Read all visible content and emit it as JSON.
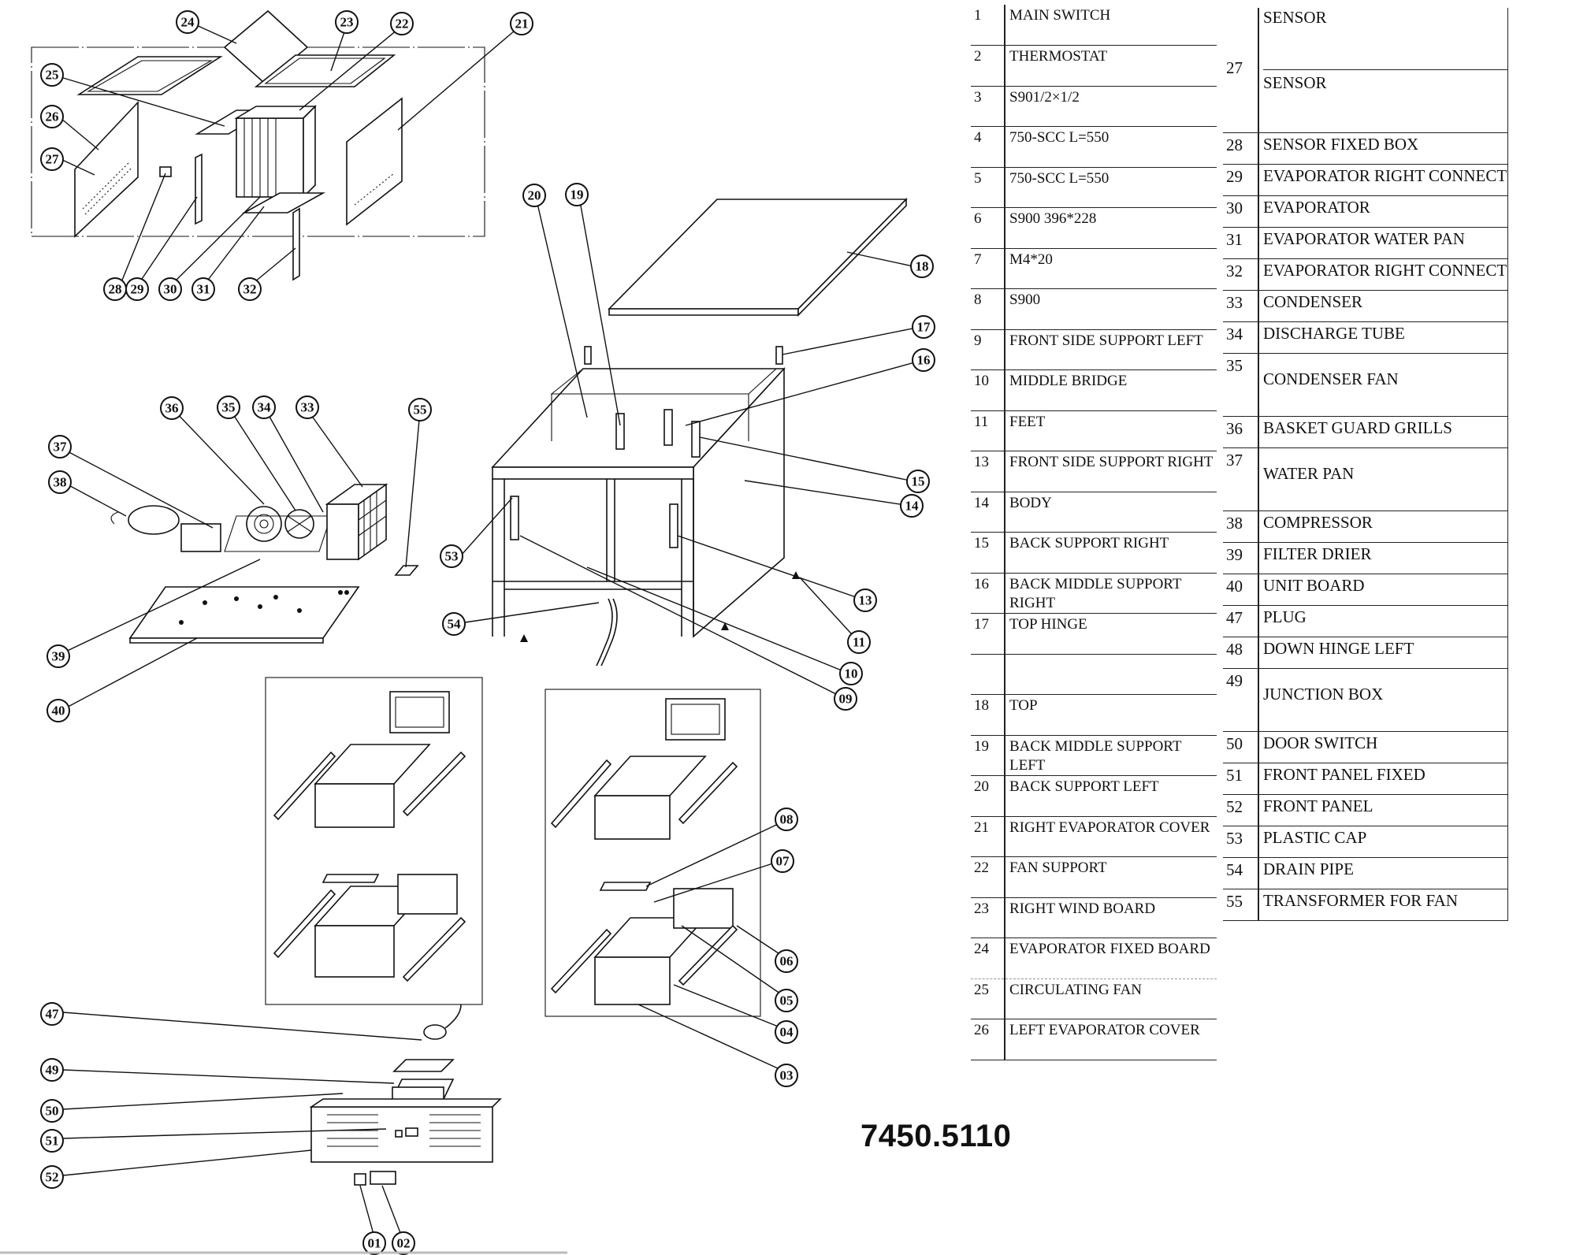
{
  "model_number": "7450.5110",
  "parts_left": [
    {
      "no": "1",
      "name": "MAIN SWITCH"
    },
    {
      "no": "2",
      "name": "THERMOSTAT"
    },
    {
      "no": "3",
      "name": "S901/2×1/2"
    },
    {
      "no": "4",
      "name": "750-SCC L=550"
    },
    {
      "no": "5",
      "name": "750-SCC L=550"
    },
    {
      "no": "6",
      "name": "S900 396*228"
    },
    {
      "no": "7",
      "name": "M4*20"
    },
    {
      "no": "8",
      "name": "S900"
    },
    {
      "no": "9",
      "name": "FRONT SIDE SUPPORT LEFT"
    },
    {
      "no": "10",
      "name": "MIDDLE BRIDGE"
    },
    {
      "no": "11",
      "name": "FEET"
    },
    {
      "no": "13",
      "name": "FRONT SIDE SUPPORT RIGHT"
    },
    {
      "no": "14",
      "name": "BODY"
    },
    {
      "no": "15",
      "name": "BACK SUPPORT RIGHT"
    },
    {
      "no": "16",
      "name": "BACK MIDDLE SUPPORT RIGHT"
    },
    {
      "no": "17",
      "name": "TOP HINGE"
    },
    {
      "no": "",
      "name": ""
    },
    {
      "no": "18",
      "name": "TOP"
    },
    {
      "no": "19",
      "name": "BACK MIDDLE SUPPORT LEFT"
    },
    {
      "no": "20",
      "name": "BACK SUPPORT LEFT"
    },
    {
      "no": "21",
      "name": "RIGHT EVAPORATOR COVER"
    },
    {
      "no": "22",
      "name": "FAN SUPPORT"
    },
    {
      "no": "23",
      "name": "RIGHT WIND BOARD"
    },
    {
      "no": "24",
      "name": "EVAPORATOR FIXED BOARD"
    },
    {
      "no": "25",
      "name": "CIRCULATING FAN"
    },
    {
      "no": "26",
      "name": "LEFT EVAPORATOR COVER"
    }
  ],
  "parts_right": [
    {
      "no": "27",
      "name": "SENSOR",
      "name2": "SENSOR"
    },
    {
      "no": "28",
      "name": "SENSOR FIXED BOX"
    },
    {
      "no": "29",
      "name": "EVAPORATOR RIGHT CONNECTR'S BOARD"
    },
    {
      "no": "30",
      "name": "EVAPORATOR"
    },
    {
      "no": "31",
      "name": "EVAPORATOR WATER PAN"
    },
    {
      "no": "32",
      "name": "EVAPORATOR RIGHT CONNECTR'S BOARD"
    },
    {
      "no": "33",
      "name": "CONDENSER"
    },
    {
      "no": "34",
      "name": "DISCHARGE TUBE"
    },
    {
      "no": "35",
      "name": "CONDENSER FAN"
    },
    {
      "no": "36",
      "name": "BASKET GUARD GRILLS"
    },
    {
      "no": "37",
      "name": "WATER PAN"
    },
    {
      "no": "38",
      "name": "COMPRESSOR"
    },
    {
      "no": "39",
      "name": "FILTER DRIER"
    },
    {
      "no": "40",
      "name": "UNIT BOARD"
    },
    {
      "no": "47",
      "name": "PLUG"
    },
    {
      "no": "48",
      "name": "DOWN HINGE LEFT"
    },
    {
      "no": "49",
      "name": "JUNCTION BOX"
    },
    {
      "no": "50",
      "name": "DOOR SWITCH"
    },
    {
      "no": "51",
      "name": "FRONT PANEL FIXED"
    },
    {
      "no": "52",
      "name": "FRONT PANEL"
    },
    {
      "no": "53",
      "name": "PLASTIC CAP"
    },
    {
      "no": "54",
      "name": "DRAIN PIPE"
    },
    {
      "no": "55",
      "name": "TRANSFORMER FOR  FAN"
    }
  ],
  "callouts": [
    "01",
    "02",
    "03",
    "04",
    "05",
    "06",
    "07",
    "08",
    "09",
    "10",
    "11",
    "13",
    "14",
    "15",
    "16",
    "17",
    "18",
    "19",
    "20",
    "21",
    "22",
    "23",
    "24",
    "25",
    "26",
    "27",
    "28",
    "29",
    "30",
    "31",
    "32",
    "33",
    "34",
    "35",
    "36",
    "37",
    "38",
    "39",
    "40",
    "47",
    "49",
    "50",
    "51",
    "52",
    "53",
    "54",
    "55"
  ]
}
